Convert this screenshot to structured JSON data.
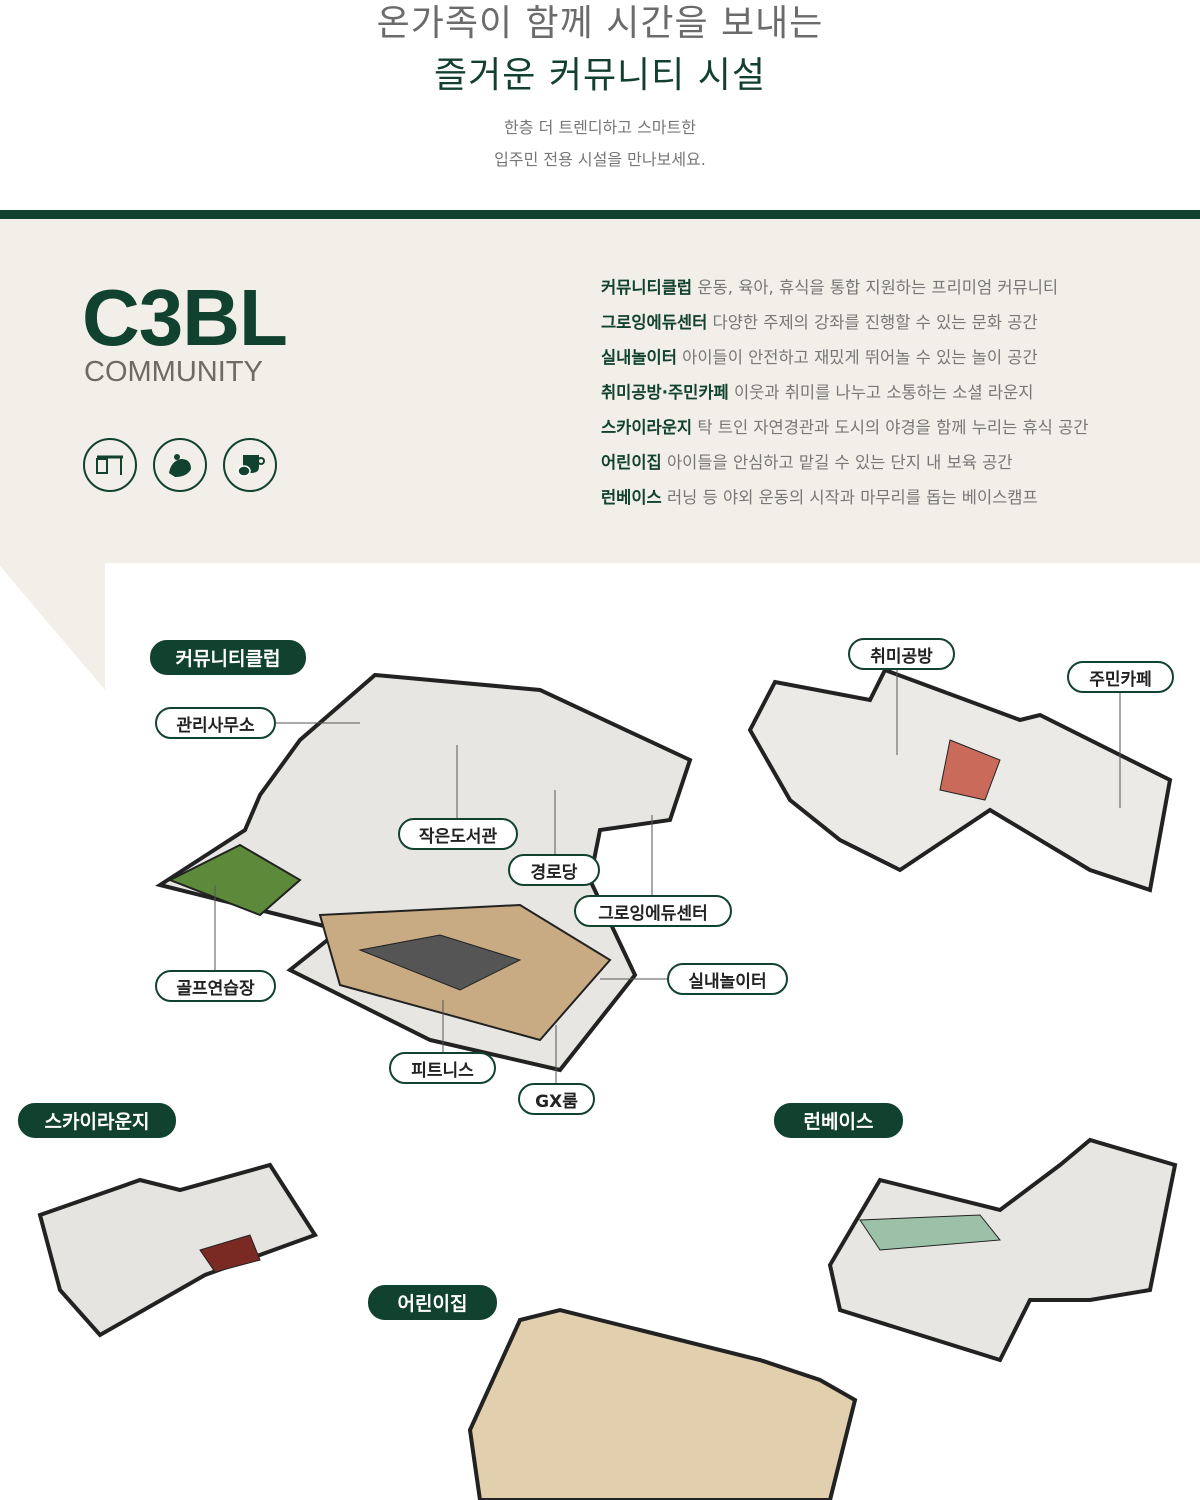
{
  "header": {
    "title_line1": "온가족이 함께 시간을 보내는",
    "title_line2": "즐거운 커뮤니티 시설",
    "subtitle_line1": "한층 더 트렌디하고 스마트한",
    "subtitle_line2": "입주민 전용 시설을 만나보세요."
  },
  "brand": {
    "name": "C3BL",
    "tag": "COMMUNITY",
    "icons": [
      "desk-icon",
      "fitness-icon",
      "cafe-icon"
    ]
  },
  "facilities": [
    {
      "name": "커뮤니티클럽",
      "desc": "운동, 육아, 휴식을 통합 지원하는 프리미엄 커뮤니티"
    },
    {
      "name": "그로잉에듀센터",
      "desc": "다양한 주제의 강좌를 진행할 수 있는 문화 공간"
    },
    {
      "name": "실내놀이터",
      "desc": "아이들이 안전하고 재밌게 뛰어놀 수 있는 놀이 공간"
    },
    {
      "name": "취미공방·주민카페",
      "desc": "이웃과 취미를 나누고 소통하는 소셜 라운지"
    },
    {
      "name": "스카이라운지",
      "desc": "탁 트인 자연경관과 도시의 야경을 함께 누리는 휴식 공간"
    },
    {
      "name": "어린이집",
      "desc": "아이들을 안심하고 맡길 수 있는 단지 내 보육 공간"
    },
    {
      "name": "런베이스",
      "desc": "러닝 등 야외 운동의 시작과 마무리를 돕는 베이스캠프"
    }
  ],
  "map_labels": {
    "club": "커뮤니티클럽",
    "office": "관리사무소",
    "library": "작은도서관",
    "senior": "경로당",
    "edu": "그로잉에듀센터",
    "playground": "실내놀이터",
    "golf": "골프연습장",
    "fitness": "피트니스",
    "gx": "GX룸",
    "hobby": "취미공방",
    "cafe": "주민카페",
    "sky": "스카이라운지",
    "run": "런베이스",
    "daycare": "어린이집"
  },
  "colors": {
    "primary": "#11412f",
    "beige": "#f1efe7"
  }
}
